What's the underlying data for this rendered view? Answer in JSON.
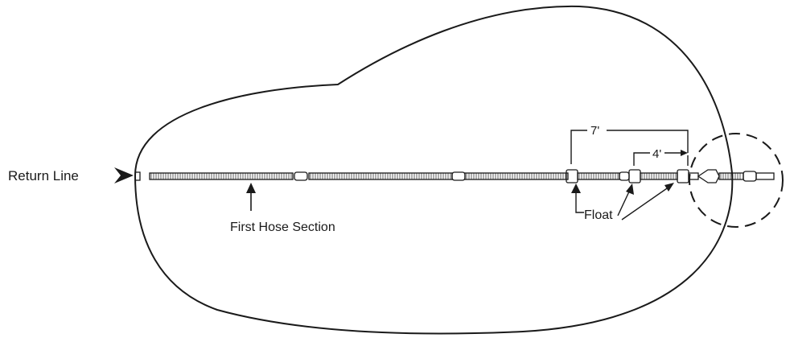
{
  "labels": {
    "return_line": "Return Line",
    "first_hose_section": "First Hose Section",
    "float": "Float",
    "dim_seven": "7'",
    "dim_four": "4'"
  },
  "colors": {
    "ink": "#1a1a1a",
    "background": "#ffffff"
  }
}
